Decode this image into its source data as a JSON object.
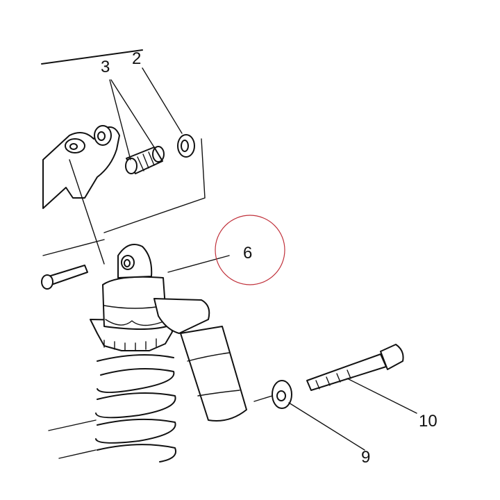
{
  "callouts": {
    "c2": "2",
    "c3": "3",
    "c6": "6",
    "c9": "9",
    "c10": "10"
  },
  "highlight": {
    "label": "6",
    "color": "#c0303a"
  }
}
